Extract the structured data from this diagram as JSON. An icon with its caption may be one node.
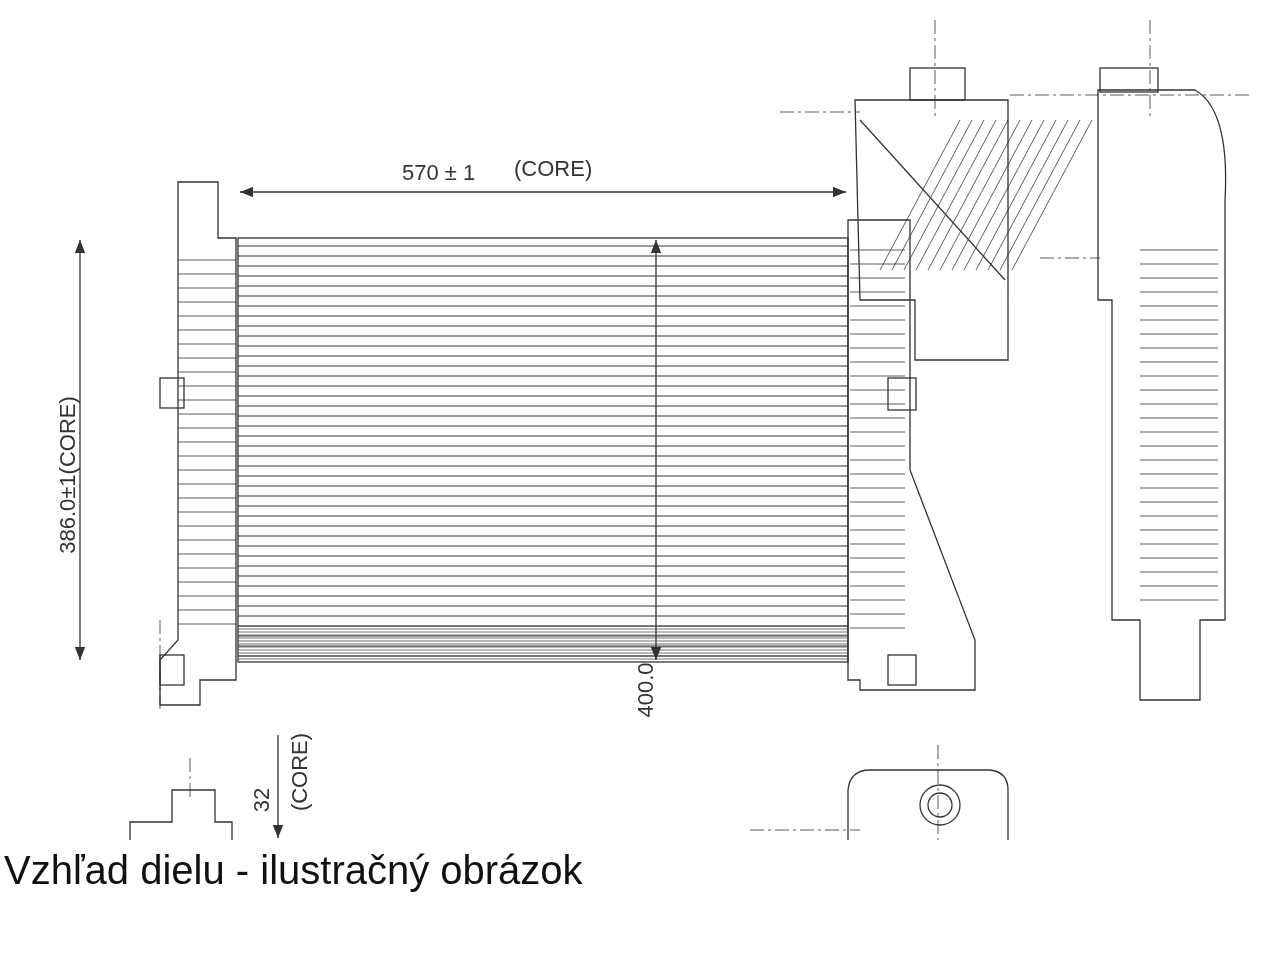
{
  "diagram": {
    "caption": "Vzhľad dielu - ilustračný obrázok",
    "labels": [
      "570 ± 1",
      "(CORE)",
      "386.0±1(CORE)",
      "400.0",
      "32",
      "(CORE)"
    ]
  }
}
